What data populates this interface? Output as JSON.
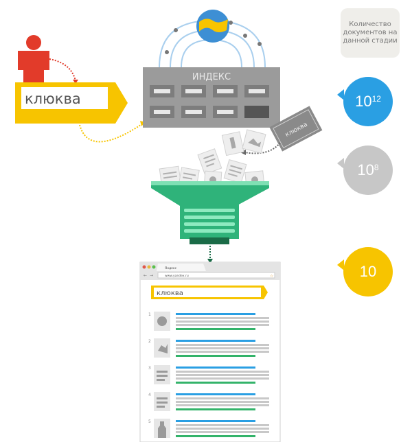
{
  "stage_header": "Количество документов на данной стадии",
  "query_text": "клюква",
  "index_label": "ИНДЕКС",
  "crawler_card_label": "клюква",
  "stages": [
    {
      "base": "10",
      "exp": "12",
      "color": "#2a9fe3"
    },
    {
      "base": "10",
      "exp": "8",
      "color": "#c7c7c7"
    },
    {
      "base": "10",
      "exp": "",
      "color": "#f7c400"
    }
  ],
  "browser": {
    "tab_title": "Яндекс",
    "url": "www.yandex.ru",
    "search_value": "клюква",
    "result_numbers": [
      "1",
      "2",
      "3",
      "4",
      "5"
    ]
  },
  "colors": {
    "accent_yellow": "#f7c400",
    "person_red": "#e23b2a",
    "index_gray": "#9a9a9a",
    "funnel_green": "#2fb37a",
    "link_blue": "#2a9fe3",
    "url_green": "#33b36a"
  }
}
